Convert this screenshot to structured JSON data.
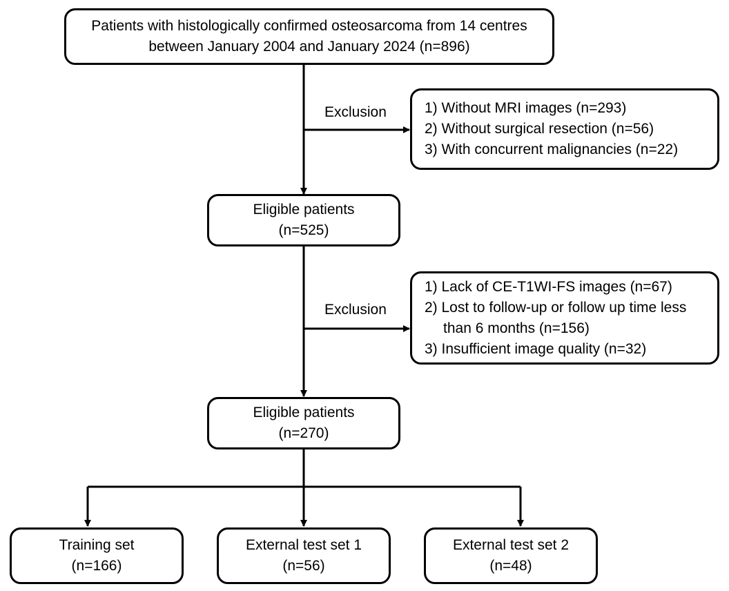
{
  "top_box": {
    "line1": "Patients with histologically confirmed osteosarcoma from 14 centres",
    "line2": "between January 2004 and January 2024  (n=896)"
  },
  "exclusion1": {
    "label": "Exclusion",
    "items": [
      "1) Without MRI images (n=293)",
      "2) Without surgical resection (n=56)",
      "3) With concurrent malignancies (n=22)"
    ]
  },
  "eligible1": {
    "title": "Eligible patients",
    "count": "(n=525)"
  },
  "exclusion2": {
    "label": "Exclusion",
    "items": [
      "1) Lack of CE-T1WI-FS images (n=67)",
      "2) Lost to follow-up or follow up time less",
      "than 6 months (n=156)",
      "3) Insufficient image quality (n=32)"
    ]
  },
  "eligible2": {
    "title": "Eligible patients",
    "count": "(n=270)"
  },
  "splits": [
    {
      "title": "Training set",
      "count": "(n=166)"
    },
    {
      "title": "External test set 1",
      "count": "(n=56)"
    },
    {
      "title": "External test set 2",
      "count": "(n=48)"
    }
  ]
}
